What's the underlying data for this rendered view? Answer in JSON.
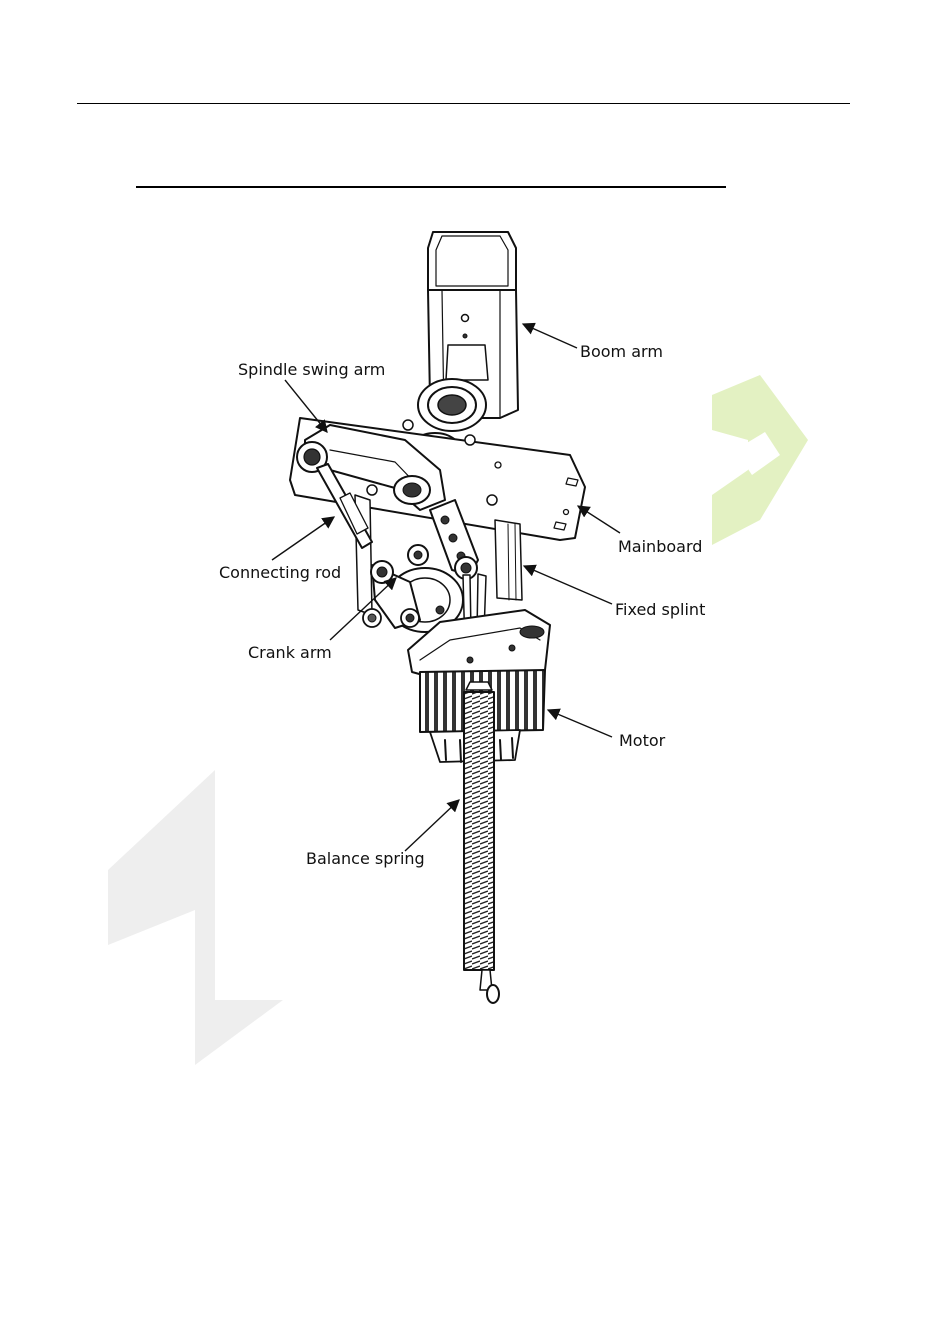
{
  "figure": {
    "labels": {
      "boom_arm": "Boom arm",
      "spindle_swing_arm": "Spindle swing arm",
      "mainboard": "Mainboard",
      "connecting_rod": "Connecting rod",
      "fixed_splint": "Fixed splint",
      "crank_arm": "Crank arm",
      "motor": "Motor",
      "balance_spring": "Balance spring"
    }
  },
  "colors": {
    "watermark_green": "#e3f1c2",
    "watermark_gray": "#eeeeee",
    "line": "#111111"
  }
}
